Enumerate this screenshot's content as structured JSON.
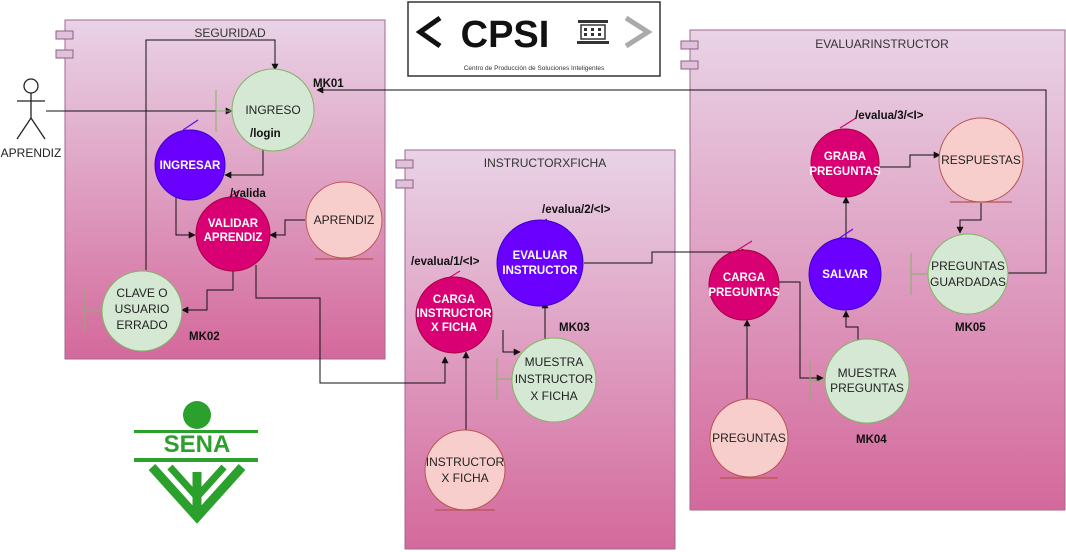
{
  "actor": {
    "label": "APRENDIZ"
  },
  "packages": {
    "seguridad": "SEGURIDAD",
    "instructorxficha": "INSTRUCTORXFICHA",
    "evaluarinstructor": "EVALUARINSTRUCTOR"
  },
  "logos": {
    "cpsi_title": "CPSI",
    "cpsi_subtitle": "Centro de Producción de Soluciones Inteligentes",
    "sena_text": "SENA"
  },
  "nodes": {
    "ingreso": "INGRESO",
    "ingresar": "INGRESAR",
    "validar_l1": "VALIDAR",
    "validar_l2": "APRENDIZ",
    "aprendiz_entity": "APRENDIZ",
    "clave_l1": "CLAVE O",
    "clave_l2": "USUARIO",
    "clave_l3": "ERRADO",
    "carga_inst_l1": "CARGA",
    "carga_inst_l2": "INSTRUCTOR",
    "carga_inst_l3": "X FICHA",
    "evaluar_l1": "EVALUAR",
    "evaluar_l2": "INSTRUCTOR",
    "muestra_inst_l1": "MUESTRA",
    "muestra_inst_l2": "INSTRUCTOR",
    "muestra_inst_l3": "X FICHA",
    "instructor_entity_l1": "INSTRUCTOR",
    "instructor_entity_l2": "X FICHA",
    "carga_preg_l1": "CARGA",
    "carga_preg_l2": "PREGUNTAS",
    "muestra_preg_l1": "MUESTRA",
    "muestra_preg_l2": "PREGUNTAS",
    "preguntas_entity": "PREGUNTAS",
    "salvar": "SALVAR",
    "graba_l1": "GRABA",
    "graba_l2": "PREGUNTAS",
    "respuestas": "RESPUESTAS",
    "pg_l1": "PREGUNTAS",
    "pg_l2": "GUARDADAS"
  },
  "labels": {
    "mk01": "MK01",
    "mk02": "MK02",
    "mk03": "MK03",
    "mk04": "MK04",
    "mk05": "MK05",
    "login": "/login",
    "valida": "/valida",
    "evalua1": "/evalua/1/<I>",
    "evalua2": "/evalua/2/<I>",
    "evalua3": "/evalua/3/<I>"
  },
  "colors": {
    "package_top": "#e7cfe3",
    "package_bottom": "#d56f9f",
    "boundary_green": "#d5e8d4",
    "entity_pink": "#f8cecc",
    "control_magenta": "#d80073",
    "control_purple": "#6a00ff"
  }
}
